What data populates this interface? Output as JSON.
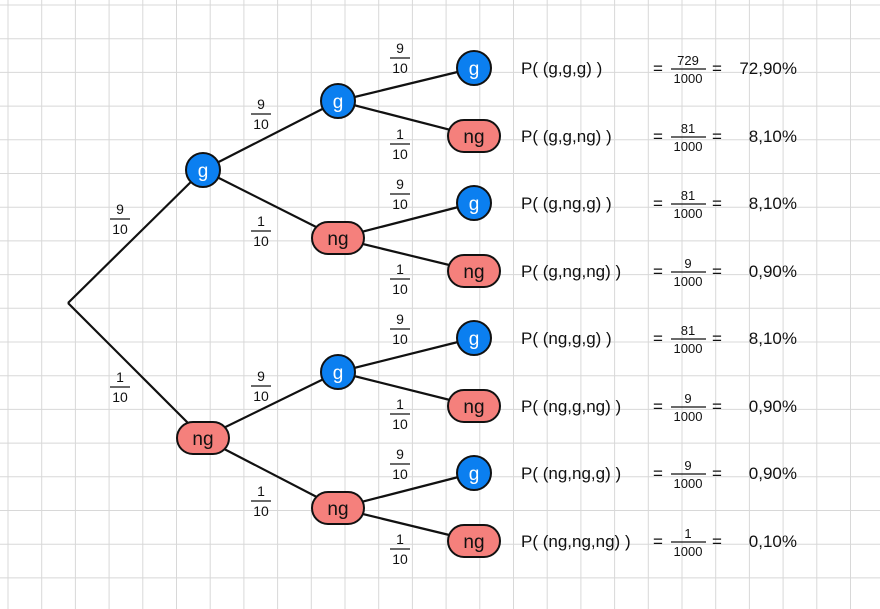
{
  "colors": {
    "g_fill": "#0b7ff0",
    "ng_fill": "#f5807c",
    "grid": "#d8d8d8",
    "line": "#111111"
  },
  "level1": {
    "g": {
      "label": "g",
      "edge_num": "9",
      "edge_den": "10"
    },
    "ng": {
      "label": "ng",
      "edge_num": "1",
      "edge_den": "10"
    }
  },
  "level2": [
    {
      "label": "g",
      "parent": "g",
      "edge_num": "9",
      "edge_den": "10"
    },
    {
      "label": "ng",
      "parent": "g",
      "edge_num": "1",
      "edge_den": "10"
    },
    {
      "label": "g",
      "parent": "ng",
      "edge_num": "9",
      "edge_den": "10"
    },
    {
      "label": "ng",
      "parent": "ng",
      "edge_num": "1",
      "edge_den": "10"
    }
  ],
  "leaves": [
    {
      "label": "g",
      "edge_num": "9",
      "edge_den": "10",
      "event": "P( (g,g,g) )",
      "num": "729",
      "den": "1000",
      "percent": "72,90%"
    },
    {
      "label": "ng",
      "edge_num": "1",
      "edge_den": "10",
      "event": "P( (g,g,ng) )",
      "num": "81",
      "den": "1000",
      "percent": "8,10%"
    },
    {
      "label": "g",
      "edge_num": "9",
      "edge_den": "10",
      "event": "P( (g,ng,g) )",
      "num": "81",
      "den": "1000",
      "percent": "8,10%"
    },
    {
      "label": "ng",
      "edge_num": "1",
      "edge_den": "10",
      "event": "P( (g,ng,ng) )",
      "num": "9",
      "den": "1000",
      "percent": "0,90%"
    },
    {
      "label": "g",
      "edge_num": "9",
      "edge_den": "10",
      "event": "P( (ng,g,g) )",
      "num": "81",
      "den": "1000",
      "percent": "8,10%"
    },
    {
      "label": "ng",
      "edge_num": "1",
      "edge_den": "10",
      "event": "P( (ng,g,ng) )",
      "num": "9",
      "den": "1000",
      "percent": "0,90%"
    },
    {
      "label": "g",
      "edge_num": "9",
      "edge_den": "10",
      "event": "P( (ng,ng,g) )",
      "num": "9",
      "den": "1000",
      "percent": "0,90%"
    },
    {
      "label": "ng",
      "edge_num": "1",
      "edge_den": "10",
      "event": "P( (ng,ng,ng) )",
      "num": "1",
      "den": "1000",
      "percent": "0,10%"
    }
  ],
  "symbols": {
    "equals": "="
  }
}
